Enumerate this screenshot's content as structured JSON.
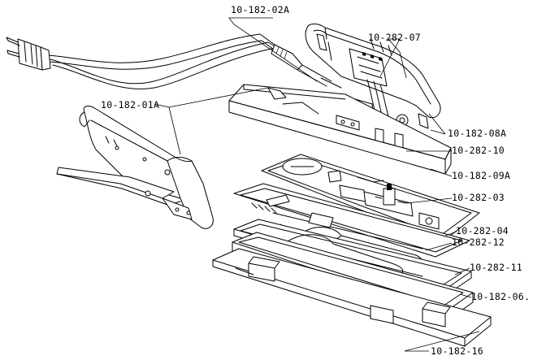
{
  "diagram": {
    "labels": [
      {
        "id": "cord",
        "text": "10-182-02A"
      },
      {
        "id": "harness",
        "text": "10-282-07"
      },
      {
        "id": "handle-cover",
        "text": "10-182-01A"
      },
      {
        "id": "screw",
        "text": "10-182-08A"
      },
      {
        "id": "plate-upper",
        "text": "10-282-10"
      },
      {
        "id": "shroud",
        "text": "10-182-09A"
      },
      {
        "id": "thermostat",
        "text": "10-282-03"
      },
      {
        "id": "heater-frame",
        "text": "10-282-04"
      },
      {
        "id": "element",
        "text": "10-282-12"
      },
      {
        "id": "insulator",
        "text": "10-282-11"
      },
      {
        "id": "housing",
        "text": "10-182-06."
      },
      {
        "id": "soleplate",
        "text": "10-182-16"
      }
    ]
  }
}
